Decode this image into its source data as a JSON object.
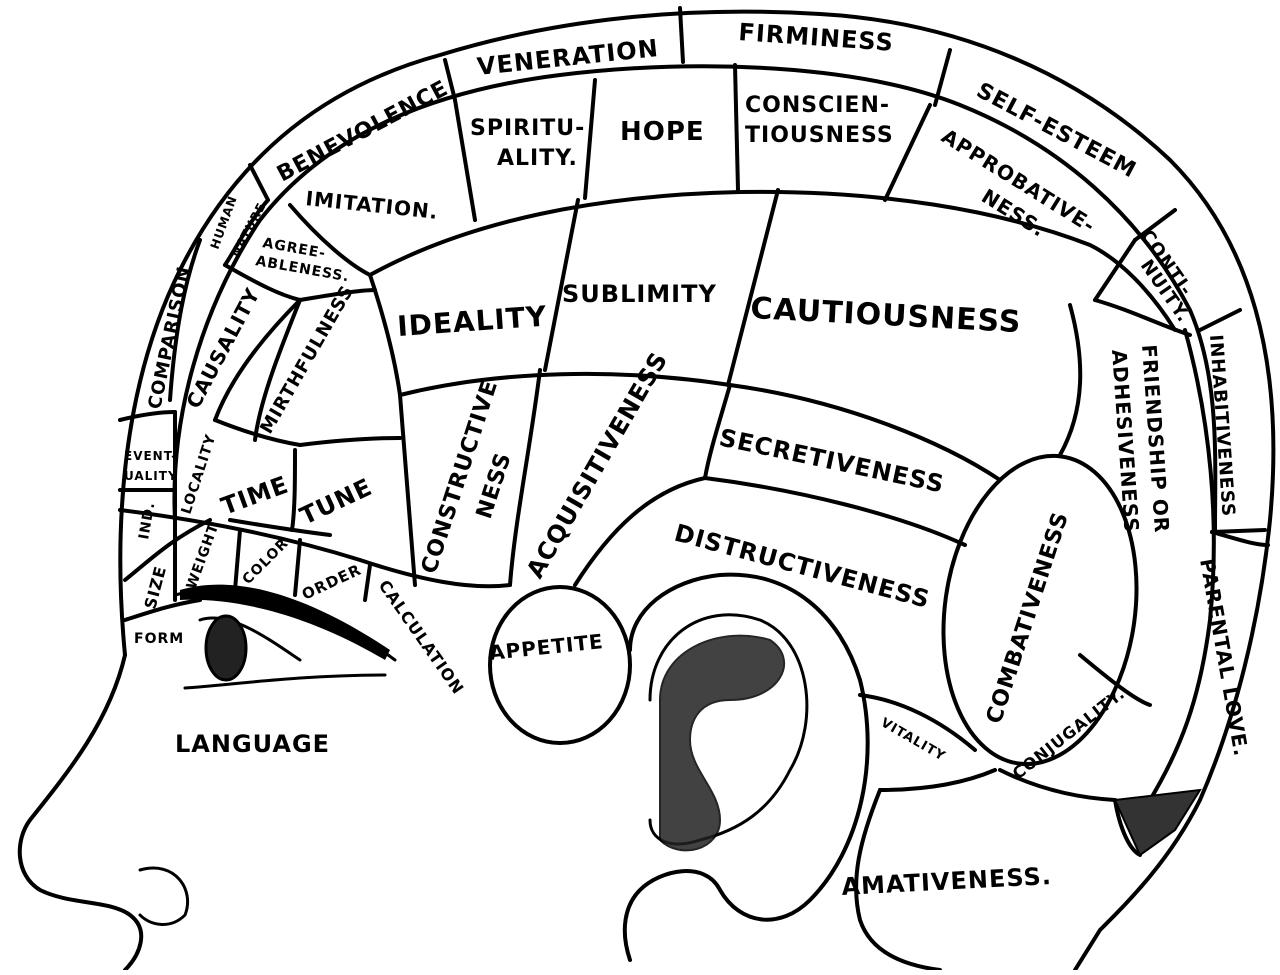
{
  "regions": {
    "veneration": "VENERATION",
    "firmness": "FIRMINESS",
    "self_esteem": "SELF-ESTEEM",
    "benevolence": "BENEVOLENCE",
    "spirituality_1": "SPIRITU-",
    "spirituality_2": "ALITY.",
    "hope": "HOPE",
    "conscientiousness_1": "CONSCIEN-",
    "conscientiousness_2": "TIOUSNESS",
    "approbativeness_1": "APPROBATIVE-",
    "approbativeness_2": "NESS.",
    "continuity_1": "CONTI-",
    "continuity_2": "NUITY.",
    "human_nature_1": "HUMAN",
    "human_nature_2": "NATURE",
    "imitation": "IMITATION.",
    "agreeableness_1": "AGREE-",
    "agreeableness_2": "ABLENESS.",
    "comparison": "COMPARISON",
    "causality": "CAUSALITY",
    "ideality": "IDEALITY",
    "sublimity": "SUBLIMITY",
    "cautiousness": "CAUTIOUSNESS",
    "friendship_1": "FRIENDSHIP OR",
    "friendship_2": "ADHESIVENESS",
    "inhabitiveness": "INHABITIVENESS",
    "mirthfulness": "MIRTHFULNESS",
    "eventuality_1": "EVENT-",
    "eventuality_2": "UALITY",
    "locality": "LOCALITY",
    "time": "TIME",
    "tune": "TUNE",
    "constructiveness_1": "CONSTRUCTIVE",
    "constructiveness_2": "NESS",
    "acquisitiveness": "ACQUISITIVENESS",
    "secretiveness": "SECRETIVENESS",
    "combativeness": "COMBATIVENESS",
    "individuality": "IND.",
    "size": "SIZE",
    "weight": "WEIGHT",
    "color": "COLOR",
    "order": "ORDER",
    "calculation": "CALCULATION",
    "distructiveness": "DISTRUCTIVENESS",
    "appetite": "APPETITE",
    "parental_love": "PARENTAL LOVE.",
    "form": "FORM",
    "language": "LANGUAGE",
    "vitality": "VITALITY",
    "conjugality": "CONJUGALITY.",
    "amativeness": "AMATIVENESS."
  }
}
